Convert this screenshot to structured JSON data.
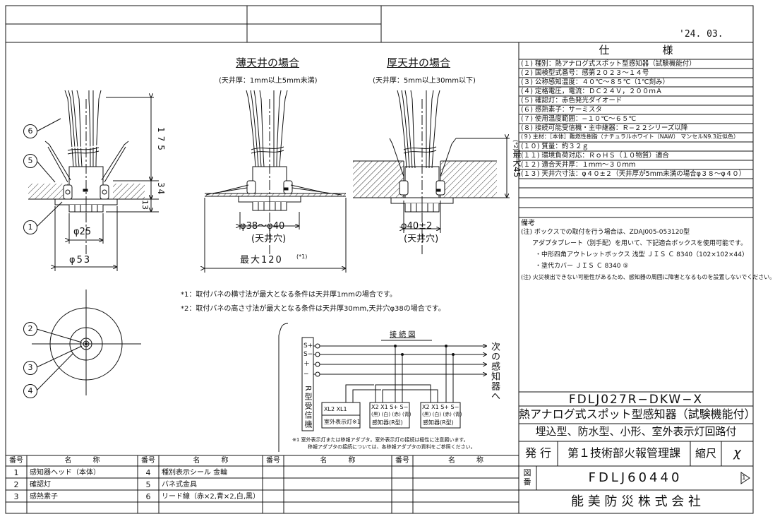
{
  "date": "'24. 03.",
  "views": {
    "thin_title": "薄天井の場合",
    "thin_sub": "(天井厚：1mm以上5mm未満)",
    "thick_title": "厚天井の場合",
    "thick_sub": "(天井厚：5mm以上30mm以下)"
  },
  "dims": {
    "d175": "175",
    "d34": "34",
    "d13": "13",
    "d25": "φ25",
    "d53": "φ53",
    "d38_40": "φ38〜φ40",
    "hole1": "(天井穴)",
    "max120": "最大120",
    "mark1": "(*1)",
    "d40": "φ40±2",
    "hole2": "(天井穴)",
    "max45": "最大45",
    "mark2": "(*2)"
  },
  "bubbles": [
    "1",
    "2",
    "3",
    "4",
    "5",
    "6"
  ],
  "notes": {
    "n1": "*1：取付バネの横寸法が最大となる条件は天井厚1mmの場合です。",
    "n2": "*2：取付バネの高さ寸法が最大となる条件は天井厚30mm,天井穴φ38の場合です。"
  },
  "wiring": {
    "title": "接 続 図",
    "terms": [
      "S+",
      "S−",
      "＋",
      "−"
    ],
    "receiver": "R型受信機",
    "next": "次の感知器へ",
    "box1_top": "XL2  XL1",
    "box1_bot": "室外表示灯※1",
    "box2_top": "X2 X1  S+ S−",
    "box2_mid": "(黒) (白) (赤) (青)",
    "box2_bot": "感知器(R型)",
    "box3_top": "X2 X1  S+ S−",
    "box3_mid": "(黒) (白) (赤) (青)",
    "box3_bot": "感知器(R型)",
    "fn1": "※1  室外表示灯または移報アダプタ。室外表示灯の接続は極性に注意願います。",
    "fn2": "移報アダプタの接続については、各移報アダプタの資料をご参照ください。"
  },
  "specs": {
    "title": "仕　　　　　様",
    "items": [
      "(１) 種別：熱アナログ式スポット型感知器（試験機能付）",
      "(２) 国検型式番号：感第２０２３〜１４号",
      "(３) 公称感知温度：４０℃〜８５℃（1℃刻み）",
      "(４) 定格電圧，電流：ＤＣ２４Ｖ，２００ｍＡ",
      "(５) 確認灯：赤色発光ダイオード",
      "(６) 感熱素子：サーミスタ",
      "(７) 使用温度範囲：−１０℃〜６５℃",
      "(８) 接続可能受信機・主中継器：Ｒ−２２シリーズ以降",
      "(９) 主材：［本体］難燃性樹脂（ナチュラルホワイト（NAW） マンセルN9.3近似色）",
      "(１０) 質量：約３２ｇ",
      "(１１) 環境負荷対応：ＲｏＨＳ（１０物質）適合",
      "(１２) 適合天井厚：１ｍｍ〜３０ｍｍ",
      "(１３) 天井穴寸法：φ４０±２（天井厚が5mm未満の場合φ３８〜φ４０）"
    ],
    "remarks_title": "備考",
    "remarks": [
      "(注) ボックスでの取付を行う場合は、ZDAJ005-053120型",
      "アダプタプレート（別手配）を用いて、下記適合ボックスを使用可能です。",
      "・中形四角アウトレットボックス 浅型  ＪＩＳ Ｃ 8340（102×102×44）",
      "・塗代カバー ＪＩＳ Ｃ 8340 ⑤",
      "(注) 火災検出できない可能性があるため、感知器の周囲に障害となるものを設置しないでください。"
    ]
  },
  "title_block": {
    "model": "FDLJ027R−DKW−X",
    "name1": "熱アナログ式スポット型感知器（試験機能付）",
    "name2": "埋込型、防水型、小形、室外表示灯回路付",
    "issue_label": "発 行",
    "issuer": "第１技術部火報管理課",
    "scale_label": "縮尺",
    "scale": "χ",
    "zuban_label": "図番",
    "drawing_no": "FDLJ60440",
    "rev": "1",
    "company": "能 美 防 災 株 式 会 社"
  },
  "parts": {
    "h_no": "番号",
    "h_name": "名　　　称",
    "rows": [
      {
        "no": "1",
        "name": "感知器ヘッド（本体）"
      },
      {
        "no": "2",
        "name": "確認灯"
      },
      {
        "no": "3",
        "name": "感熱素子"
      },
      {
        "no": "4",
        "name": "種別表示シール 金輪"
      },
      {
        "no": "5",
        "name": "バネ式金具"
      },
      {
        "no": "6",
        "name": "リード線（赤×2,青×2,白,黒）"
      }
    ]
  }
}
